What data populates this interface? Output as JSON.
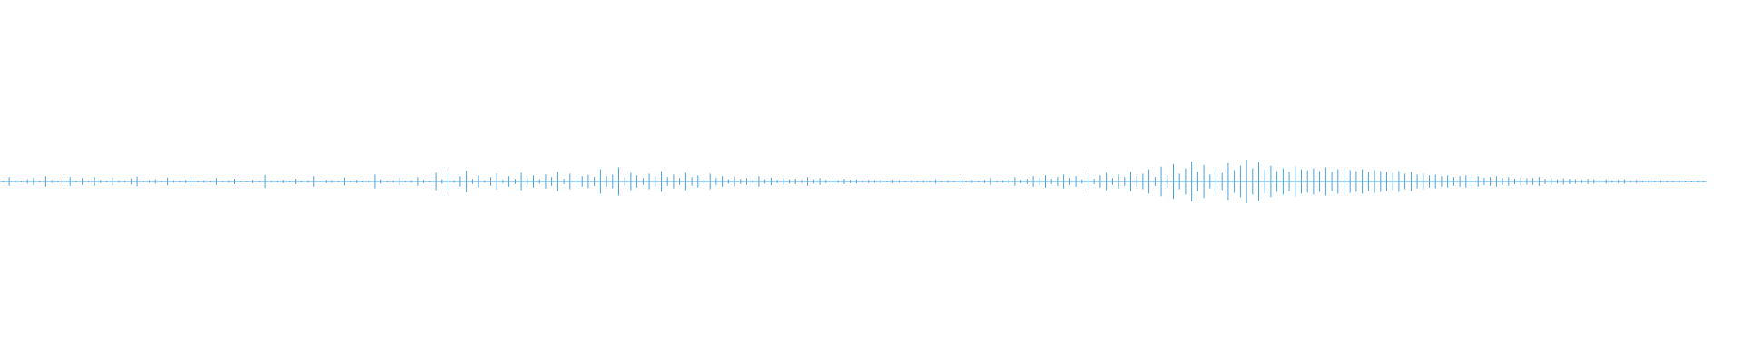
{
  "waveform": {
    "color": "#4aa3df",
    "background_color": "#ffffff",
    "samples": [
      0.02,
      0.1,
      0.03,
      0.02,
      0.05,
      0.08,
      0.02,
      0.12,
      0.03,
      0.02,
      0.06,
      0.1,
      0.02,
      0.08,
      0.02,
      0.1,
      0.04,
      0.02,
      0.09,
      0.03,
      0.02,
      0.07,
      0.11,
      0.02,
      0.03,
      0.05,
      0.02,
      0.09,
      0.03,
      0.02,
      0.04,
      0.1,
      0.02,
      0.03,
      0.02,
      0.08,
      0.02,
      0.03,
      0.06,
      0.02,
      0.02,
      0.04,
      0.02,
      0.15,
      0.03,
      0.02,
      0.04,
      0.02,
      0.06,
      0.02,
      0.03,
      0.12,
      0.02,
      0.04,
      0.03,
      0.02,
      0.09,
      0.02,
      0.04,
      0.02,
      0.03,
      0.16,
      0.05,
      0.02,
      0.03,
      0.08,
      0.02,
      0.03,
      0.1,
      0.04,
      0.02,
      0.2,
      0.05,
      0.18,
      0.03,
      0.12,
      0.25,
      0.06,
      0.14,
      0.03,
      0.1,
      0.18,
      0.04,
      0.12,
      0.06,
      0.2,
      0.08,
      0.14,
      0.05,
      0.16,
      0.1,
      0.22,
      0.06,
      0.18,
      0.08,
      0.12,
      0.15,
      0.1,
      0.28,
      0.12,
      0.16,
      0.32,
      0.1,
      0.2,
      0.14,
      0.08,
      0.18,
      0.12,
      0.24,
      0.1,
      0.16,
      0.08,
      0.2,
      0.1,
      0.14,
      0.06,
      0.18,
      0.08,
      0.12,
      0.05,
      0.1,
      0.06,
      0.08,
      0.04,
      0.12,
      0.05,
      0.09,
      0.04,
      0.08,
      0.05,
      0.06,
      0.04,
      0.1,
      0.05,
      0.08,
      0.04,
      0.07,
      0.03,
      0.06,
      0.04,
      0.05,
      0.03,
      0.04,
      0.03,
      0.05,
      0.02,
      0.04,
      0.03,
      0.02,
      0.04,
      0.02,
      0.03,
      0.02,
      0.05,
      0.02,
      0.03,
      0.02,
      0.06,
      0.02,
      0.03,
      0.02,
      0.04,
      0.08,
      0.02,
      0.03,
      0.05,
      0.1,
      0.04,
      0.06,
      0.12,
      0.08,
      0.14,
      0.06,
      0.1,
      0.16,
      0.08,
      0.12,
      0.05,
      0.18,
      0.06,
      0.14,
      0.2,
      0.08,
      0.16,
      0.1,
      0.22,
      0.12,
      0.18,
      0.28,
      0.1,
      0.34,
      0.14,
      0.4,
      0.18,
      0.3,
      0.46,
      0.22,
      0.38,
      0.16,
      0.3,
      0.2,
      0.42,
      0.26,
      0.36,
      0.5,
      0.3,
      0.44,
      0.28,
      0.36,
      0.24,
      0.3,
      0.22,
      0.34,
      0.28,
      0.26,
      0.3,
      0.24,
      0.32,
      0.22,
      0.28,
      0.3,
      0.26,
      0.24,
      0.28,
      0.22,
      0.26,
      0.24,
      0.22,
      0.2,
      0.24,
      0.18,
      0.22,
      0.16,
      0.18,
      0.14,
      0.16,
      0.12,
      0.14,
      0.1,
      0.12,
      0.14,
      0.1,
      0.12,
      0.08,
      0.1,
      0.12,
      0.08,
      0.1,
      0.06,
      0.09,
      0.07,
      0.08,
      0.1,
      0.06,
      0.08,
      0.05,
      0.07,
      0.06,
      0.05,
      0.04,
      0.06,
      0.05,
      0.04,
      0.05,
      0.03,
      0.04,
      0.05,
      0.03,
      0.04,
      0.02,
      0.03,
      0.02,
      0.03,
      0.02,
      0.02,
      0.03,
      0.02,
      0.02,
      0.02,
      0.02
    ]
  }
}
